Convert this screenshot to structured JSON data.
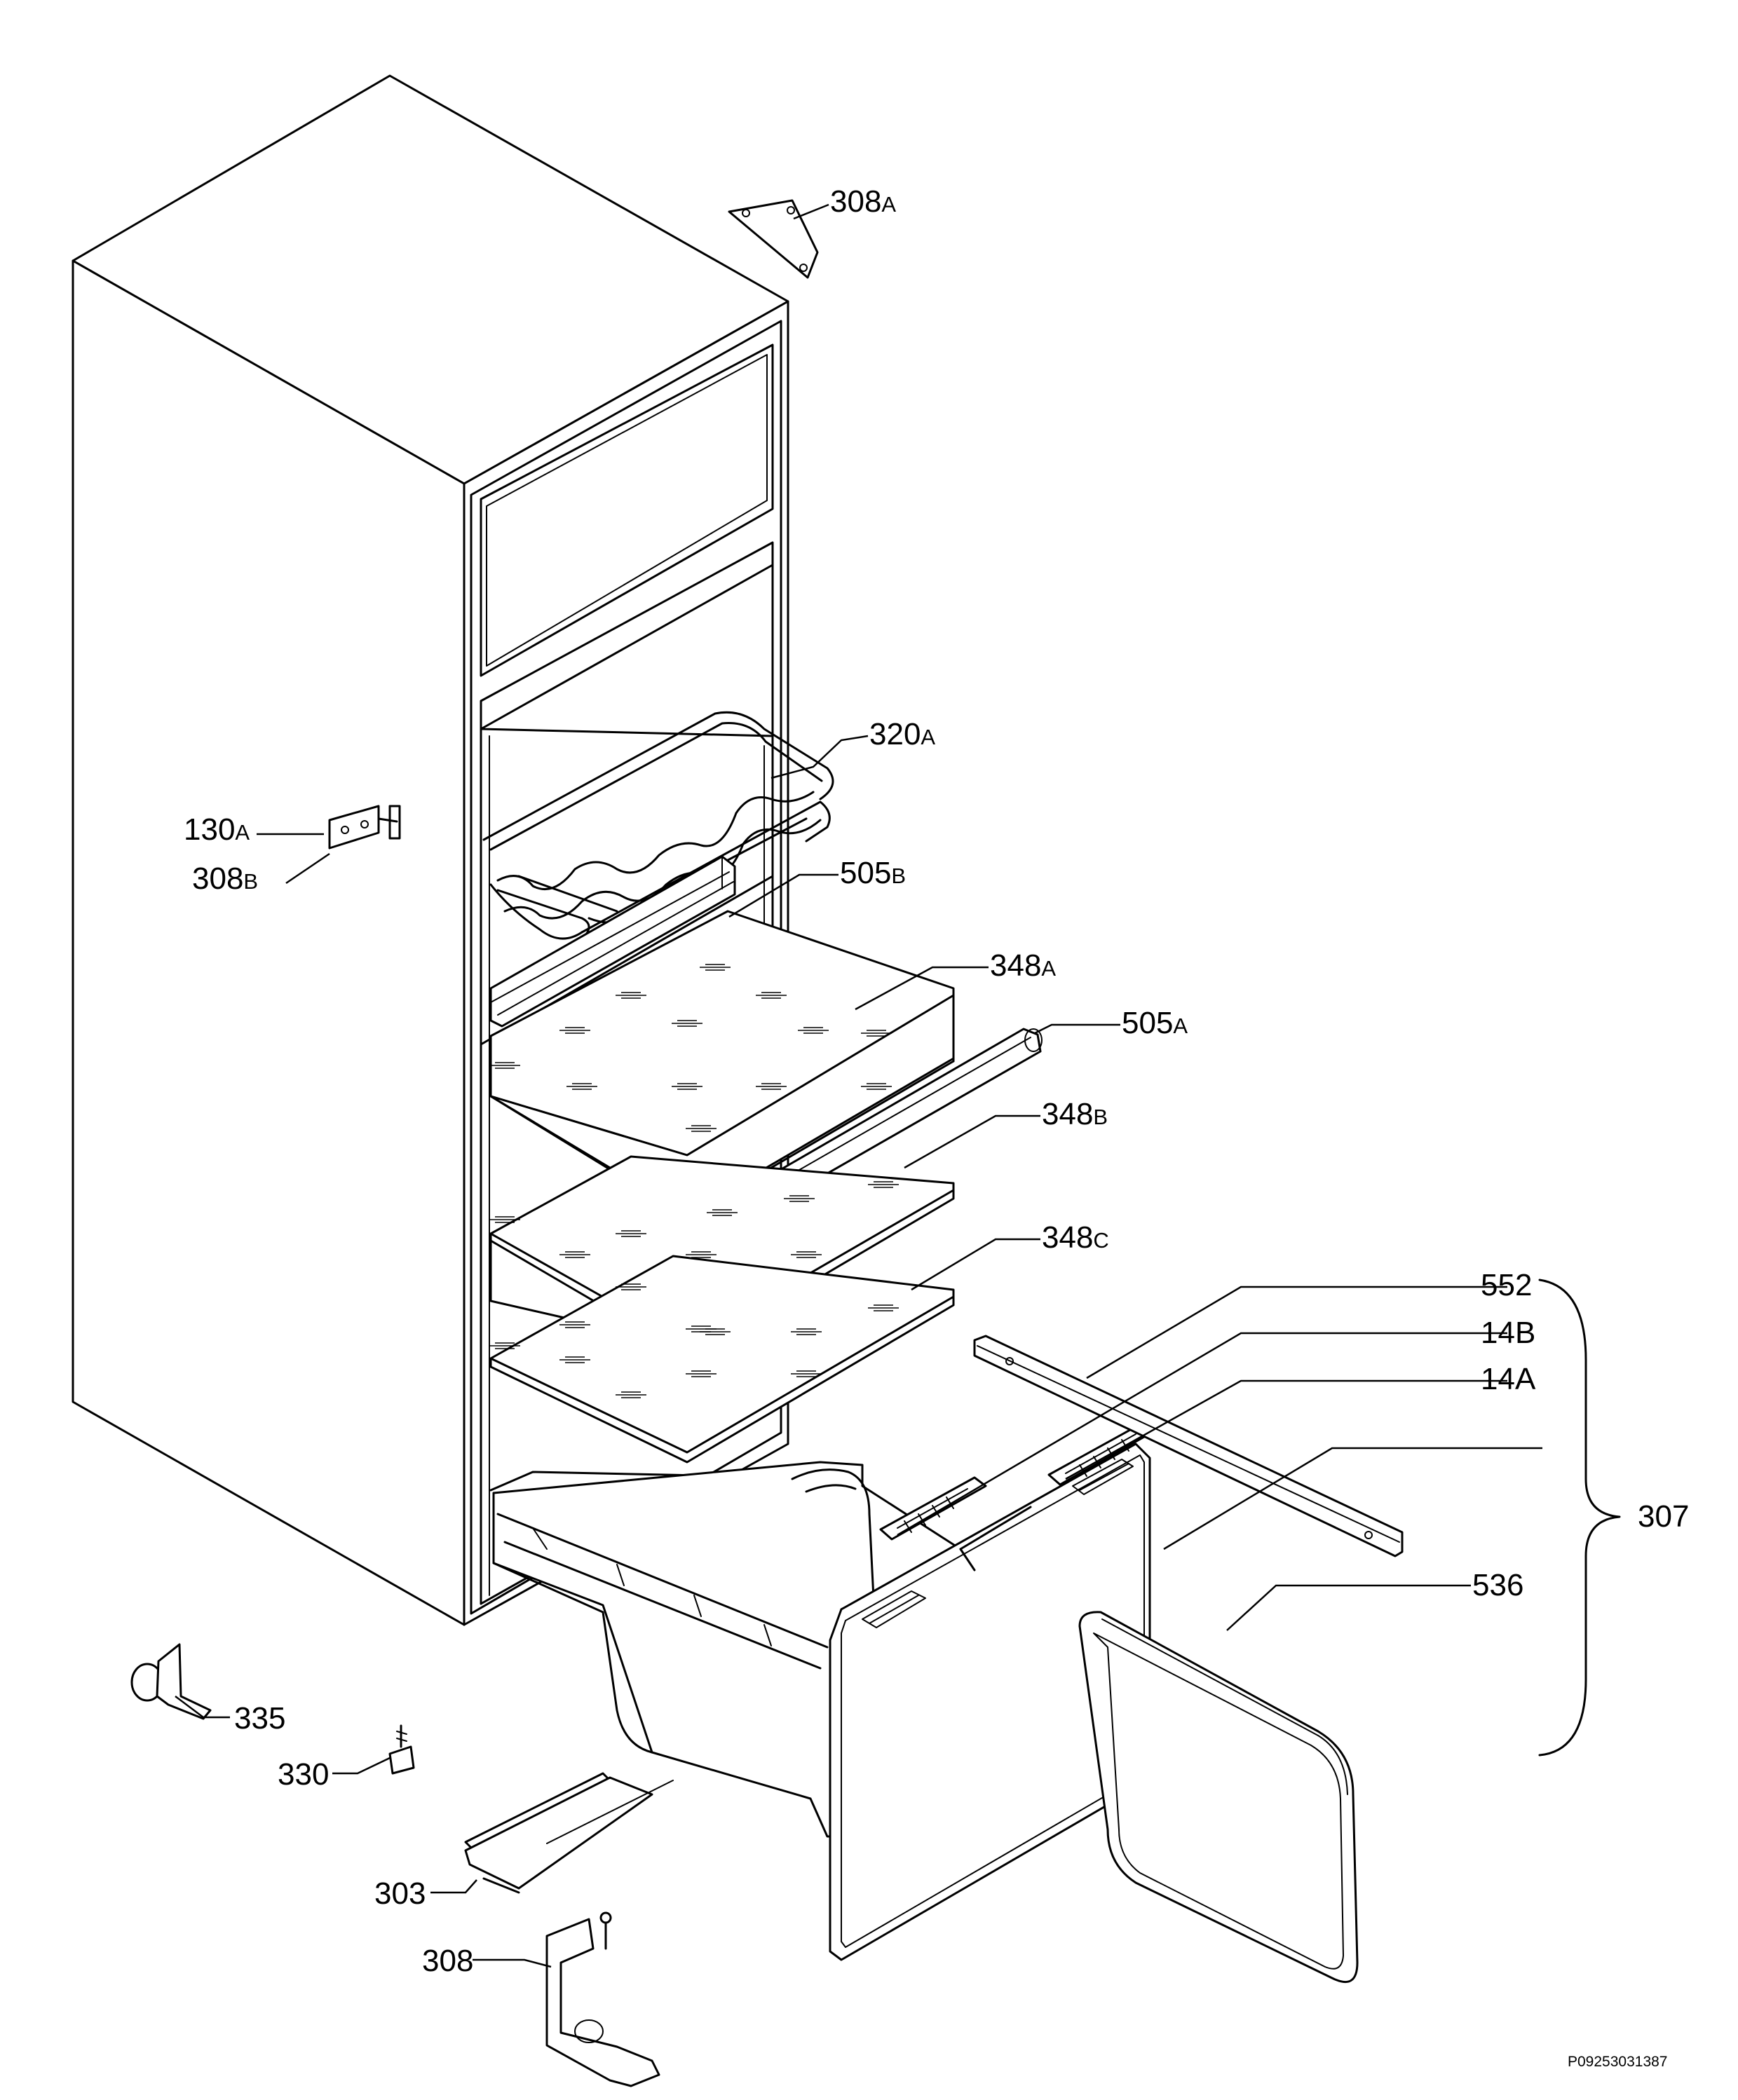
{
  "diagram": {
    "doc_id": "P09253031387",
    "labels": {
      "l308a": {
        "num": "308",
        "suffix": "A"
      },
      "l320a": {
        "num": "320",
        "suffix": "A"
      },
      "l130a": {
        "num": "130",
        "suffix": "A"
      },
      "l308b": {
        "num": "308",
        "suffix": "B"
      },
      "l505b": {
        "num": "505",
        "suffix": "B"
      },
      "l348a": {
        "num": "348",
        "suffix": "A"
      },
      "l505a": {
        "num": "505",
        "suffix": "A"
      },
      "l348b": {
        "num": "348",
        "suffix": "B"
      },
      "l348c": {
        "num": "348",
        "suffix": "C"
      },
      "l552": {
        "num": "552",
        "suffix": ""
      },
      "l14b": {
        "num": "14B",
        "suffix": ""
      },
      "l14a": {
        "num": "14A",
        "suffix": ""
      },
      "l307": {
        "num": "307",
        "suffix": ""
      },
      "l536": {
        "num": "536",
        "suffix": ""
      },
      "l335": {
        "num": "335",
        "suffix": ""
      },
      "l330": {
        "num": "330",
        "suffix": ""
      },
      "l303": {
        "num": "303",
        "suffix": ""
      },
      "l308": {
        "num": "308",
        "suffix": ""
      }
    },
    "colors": {
      "line": "#000000",
      "background": "#ffffff"
    }
  }
}
